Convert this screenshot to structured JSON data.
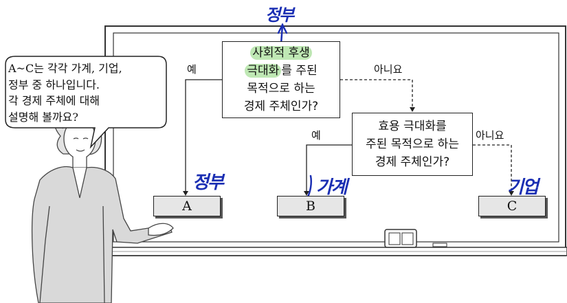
{
  "decision1": {
    "line1": "사회적 후생",
    "line2a": "극대화",
    "line2b": "를 주된",
    "line3": "목적으로 하는",
    "line4": "경제 주체인가?"
  },
  "decision2": {
    "line1": "효용 극대화를",
    "line2": "주된 목적으로 하는",
    "line3": "경제 주체인가?"
  },
  "edges": {
    "yes1": "예",
    "no1": "아니요",
    "yes2": "예",
    "no2": "아니요"
  },
  "results": {
    "a": "A",
    "b": "B",
    "c": "C"
  },
  "speech_bubble": {
    "line1": "A~C는 각각 가계, 기업,",
    "line2": "정부 중 하나입니다.",
    "line3": "각 경제 주체에 대해",
    "line4": "설명해 볼까요?"
  },
  "handwriting": {
    "top": "정부",
    "a": "정부",
    "b": "가계",
    "c": "기업"
  },
  "colors": {
    "highlight": "#bfe8b4",
    "handwriting": "#1b2fb3",
    "result_fill": "#e6e6e6"
  }
}
